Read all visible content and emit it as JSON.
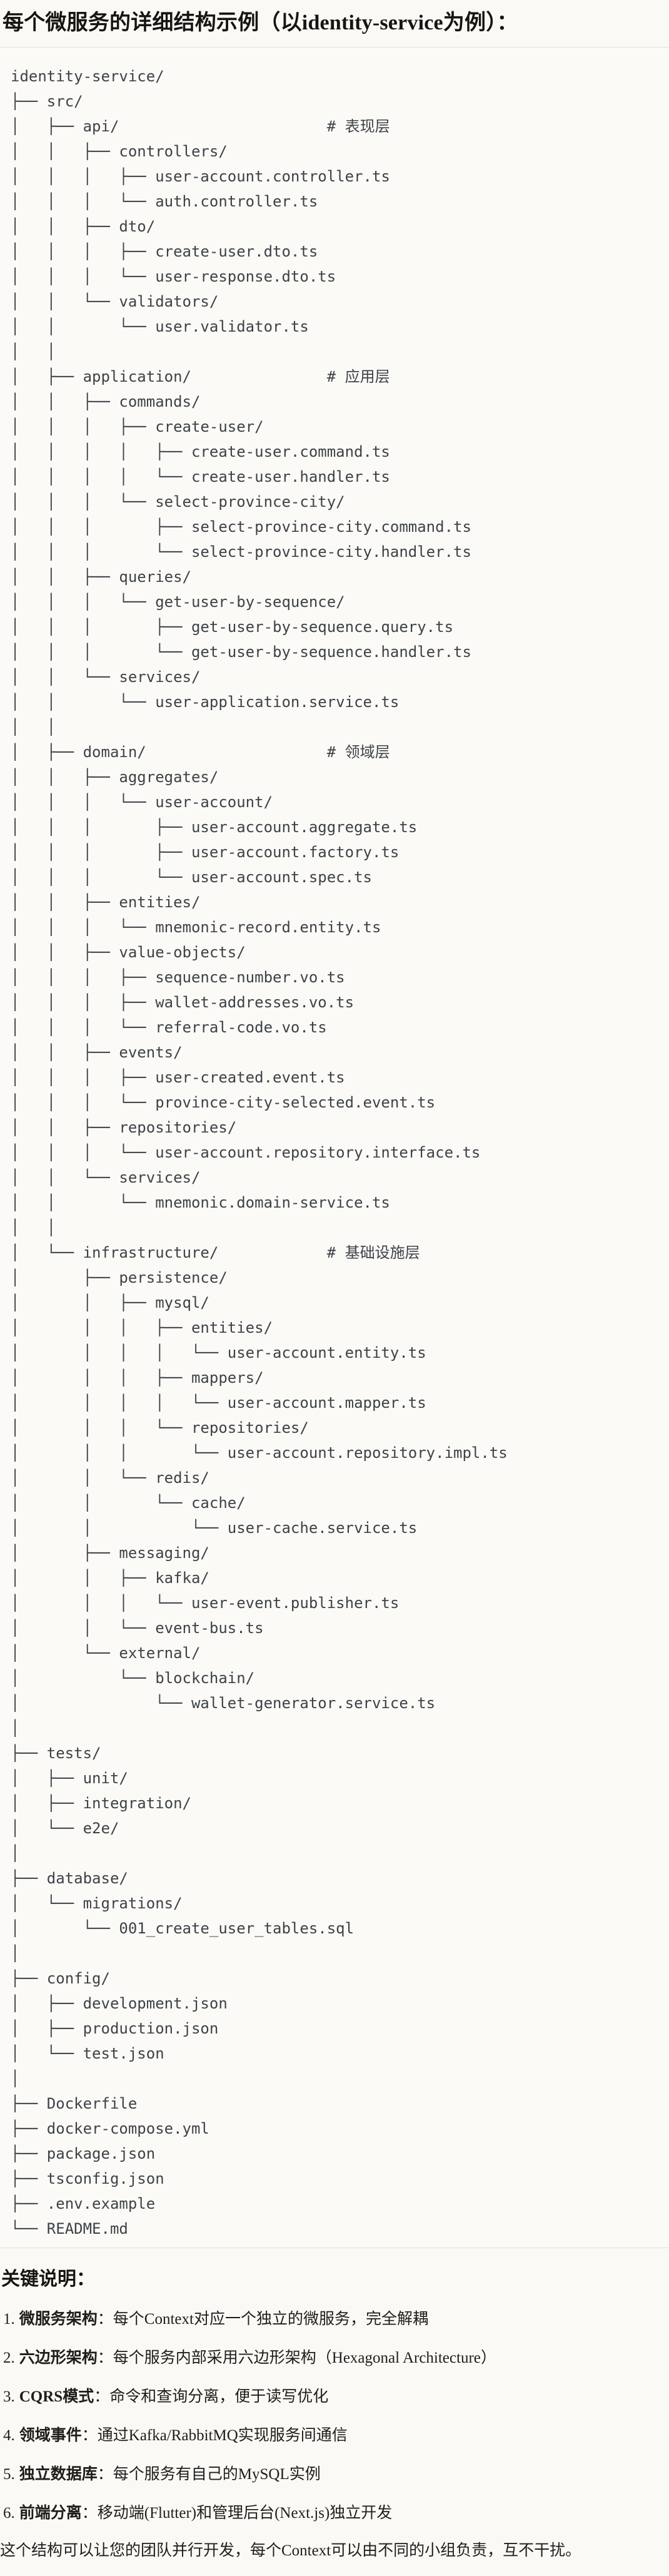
{
  "page": {
    "title": "每个微服务的详细结构示例（以identity-service为例）：",
    "notes_heading": "关键说明：",
    "closing": "这个结构可以让您的团队并行开发，每个Context可以由不同的小组负责，互不干扰。"
  },
  "tree": {
    "root": "identity-service/",
    "layer_comments": [
      "# 表现层",
      "# 应用层",
      "# 领域层",
      "# 基础设施层"
    ],
    "lines": [
      "identity-service/",
      "├── src/",
      "│   ├── api/                       # 表现层",
      "│   │   ├── controllers/",
      "│   │   │   ├── user-account.controller.ts",
      "│   │   │   └── auth.controller.ts",
      "│   │   ├── dto/",
      "│   │   │   ├── create-user.dto.ts",
      "│   │   │   └── user-response.dto.ts",
      "│   │   └── validators/",
      "│   │       └── user.validator.ts",
      "│   │",
      "│   ├── application/               # 应用层",
      "│   │   ├── commands/",
      "│   │   │   ├── create-user/",
      "│   │   │   │   ├── create-user.command.ts",
      "│   │   │   │   └── create-user.handler.ts",
      "│   │   │   └── select-province-city/",
      "│   │   │       ├── select-province-city.command.ts",
      "│   │   │       └── select-province-city.handler.ts",
      "│   │   ├── queries/",
      "│   │   │   └── get-user-by-sequence/",
      "│   │   │       ├── get-user-by-sequence.query.ts",
      "│   │   │       └── get-user-by-sequence.handler.ts",
      "│   │   └── services/",
      "│   │       └── user-application.service.ts",
      "│   │",
      "│   ├── domain/                    # 领域层",
      "│   │   ├── aggregates/",
      "│   │   │   └── user-account/",
      "│   │   │       ├── user-account.aggregate.ts",
      "│   │   │       ├── user-account.factory.ts",
      "│   │   │       └── user-account.spec.ts",
      "│   │   ├── entities/",
      "│   │   │   └── mnemonic-record.entity.ts",
      "│   │   ├── value-objects/",
      "│   │   │   ├── sequence-number.vo.ts",
      "│   │   │   ├── wallet-addresses.vo.ts",
      "│   │   │   └── referral-code.vo.ts",
      "│   │   ├── events/",
      "│   │   │   ├── user-created.event.ts",
      "│   │   │   └── province-city-selected.event.ts",
      "│   │   ├── repositories/",
      "│   │   │   └── user-account.repository.interface.ts",
      "│   │   └── services/",
      "│   │       └── mnemonic.domain-service.ts",
      "│   │",
      "│   └── infrastructure/            # 基础设施层",
      "│       ├── persistence/",
      "│       │   ├── mysql/",
      "│       │   │   ├── entities/",
      "│       │   │   │   └── user-account.entity.ts",
      "│       │   │   ├── mappers/",
      "│       │   │   │   └── user-account.mapper.ts",
      "│       │   │   └── repositories/",
      "│       │   │       └── user-account.repository.impl.ts",
      "│       │   └── redis/",
      "│       │       └── cache/",
      "│       │           └── user-cache.service.ts",
      "│       ├── messaging/",
      "│       │   ├── kafka/",
      "│       │   │   └── user-event.publisher.ts",
      "│       │   └── event-bus.ts",
      "│       └── external/",
      "│           └── blockchain/",
      "│               └── wallet-generator.service.ts",
      "│",
      "├── tests/",
      "│   ├── unit/",
      "│   ├── integration/",
      "│   └── e2e/",
      "│",
      "├── database/",
      "│   └── migrations/",
      "│       └── 001_create_user_tables.sql",
      "│",
      "├── config/",
      "│   ├── development.json",
      "│   ├── production.json",
      "│   └── test.json",
      "│",
      "├── Dockerfile",
      "├── docker-compose.yml",
      "├── package.json",
      "├── tsconfig.json",
      "├── .env.example",
      "└── README.md"
    ]
  },
  "notes": [
    {
      "num": "1.",
      "term": "微服务架构",
      "sep": "：",
      "desc": "每个Context对应一个独立的微服务，完全解耦"
    },
    {
      "num": "2.",
      "term": "六边形架构",
      "sep": "：",
      "desc": "每个服务内部采用六边形架构（Hexagonal Architecture）"
    },
    {
      "num": "3.",
      "term": "CQRS模式",
      "sep": "：",
      "desc": "命令和查询分离，便于读写优化"
    },
    {
      "num": "4.",
      "term": "领域事件",
      "sep": "：",
      "desc": "通过Kafka/RabbitMQ实现服务间通信"
    },
    {
      "num": "5.",
      "term": "独立数据库",
      "sep": "：",
      "desc": "每个服务有自己的MySQL实例"
    },
    {
      "num": "6.",
      "term": "前端分离",
      "sep": "：",
      "desc": "移动端(Flutter)和管理后台(Next.js)独立开发"
    }
  ],
  "colors": {
    "page_bg": "#faf9f5",
    "code_bg": "#fbfaf7",
    "code_border": "#e2e0d8",
    "tree_text": "#3e4247",
    "body_text": "#1f1e1a"
  }
}
